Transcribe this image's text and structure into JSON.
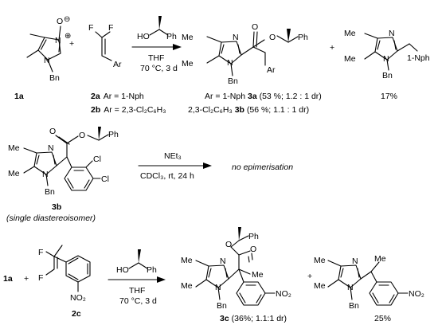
{
  "atoms": {
    "N": "N",
    "O": "O",
    "F": "F",
    "Cl": "Cl",
    "Ar": "Ar",
    "Bn": "Bn",
    "Ph": "Ph",
    "HO": "HO",
    "NO2": "NO₂",
    "Me": "Me",
    "Nph": "1-Nph",
    "plus": "+",
    "minus": "⊖",
    "oplus": "⊕"
  },
  "row1": {
    "compound_1a": "1a",
    "compound_2a": "2a",
    "compound_2b": "2b",
    "label_2a": "Ar = 1-Nph",
    "label_2b": "Ar = 2,3-Cl₂C₆H₃",
    "arrow_solvent": "THF",
    "arrow_conditions": "70 °C, 3 d",
    "product_3a_prefix": "Ar = 1-Nph ",
    "product_3a_id": "3a",
    "product_3a_yield": " (53 %; 1.2 : 1 dr)",
    "product_3b_prefix": "2,3-Cl₂C₆H₃ ",
    "product_3b_id": "3b",
    "product_3b_yield": " (56 %; 1.1 : 1 dr)",
    "byproduct_yield": "17%"
  },
  "row2": {
    "compound_3b": "3b",
    "note_single": "(single diastereoisomer)",
    "reagent": "NEt₃",
    "conditions": "CDCl₃, rt, 24 h",
    "result": "no epimerisation"
  },
  "row3": {
    "compound_1a": "1a",
    "compound_2c": "2c",
    "arrow_solvent": "THF",
    "arrow_conditions": "70 °C, 3 d",
    "product_3c_id": "3c",
    "product_3c_yield": " (36%; 1.1:1 dr)",
    "byproduct_yield": "25%"
  }
}
